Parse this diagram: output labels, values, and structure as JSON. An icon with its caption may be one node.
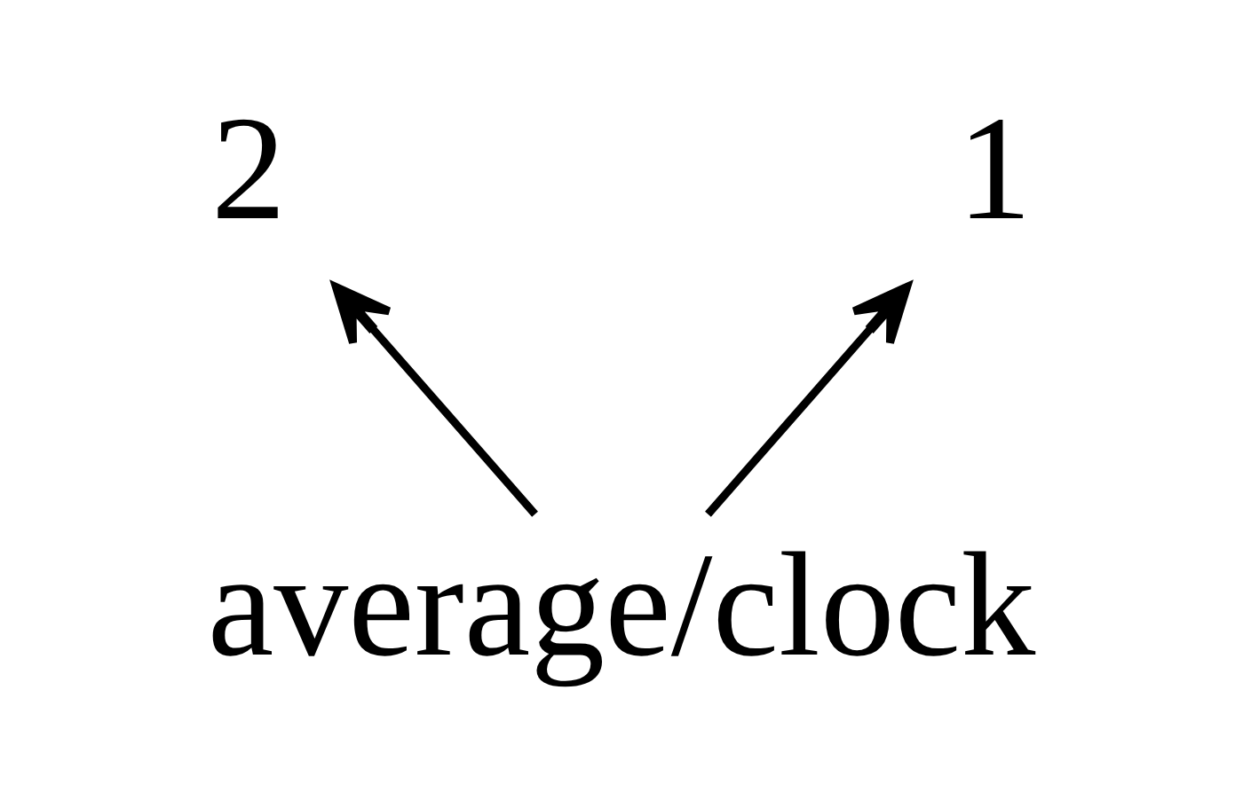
{
  "diagram": {
    "nodes": [
      {
        "text": [
          "2"
        ]
      },
      {
        "text": [
          "1"
        ]
      },
      {
        "text": [
          "average/clock"
        ]
      }
    ],
    "edges": [
      {
        "from": 2,
        "to": 0,
        "arrow": "to"
      },
      {
        "from": 2,
        "to": 1,
        "arrow": "to"
      }
    ]
  }
}
